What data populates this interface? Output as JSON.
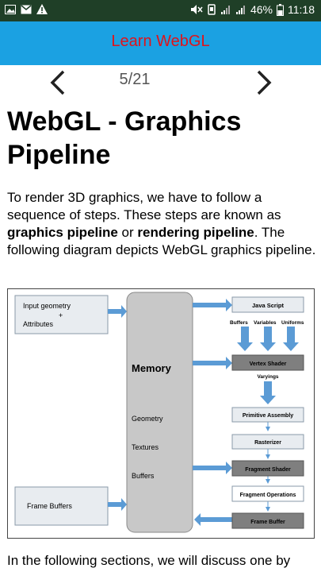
{
  "status_bar": {
    "battery": "46%",
    "time": "11:18",
    "icons": [
      "image-icon",
      "gmail-icon",
      "warning-icon",
      "mute-icon",
      "vibrate-icon",
      "signal-icon",
      "signal-icon",
      "battery-icon"
    ]
  },
  "app_bar": {
    "title": "Learn WebGL"
  },
  "nav": {
    "page": "5/21"
  },
  "article": {
    "heading": "WebGL - Graphics Pipeline",
    "intro": {
      "part1": "To render 3D graphics, we have to follow a sequence of steps. These steps are known as ",
      "bold1": "graphics pipeline",
      "part2": " or ",
      "bold2": "rendering pipeline",
      "part3": ". The following diagram depicts WebGL graphics pipeline."
    },
    "outro": "In the following sections, we will discuss one by"
  },
  "diagram": {
    "input_geometry": "Input geometry",
    "plus": "+",
    "attributes": "Attributes",
    "frame_buffers": "Frame Buffers",
    "memory": "Memory",
    "geometry": "Geometry",
    "textures": "Textures",
    "buffers": "Buffers",
    "javascript": "Java Script",
    "label_buffers": "Buffers",
    "label_variables": "Variables",
    "label_uniforms": "Uniforms",
    "vertex_shader": "Vertex Shader",
    "varyings": "Varyings",
    "primitive_assembly": "Primitive Assembly",
    "rasterizer": "Rasterizer",
    "fragment_shader": "Fragment Shader",
    "fragment_operations": "Fragment Operations",
    "frame_buffer": "Frame Buffer",
    "colors": {
      "arrow": "#5b9bd5",
      "box_fill": "#e8ecf0",
      "memory_fill": "#c8c8c8",
      "dark_fill": "#7f7f7f"
    }
  }
}
